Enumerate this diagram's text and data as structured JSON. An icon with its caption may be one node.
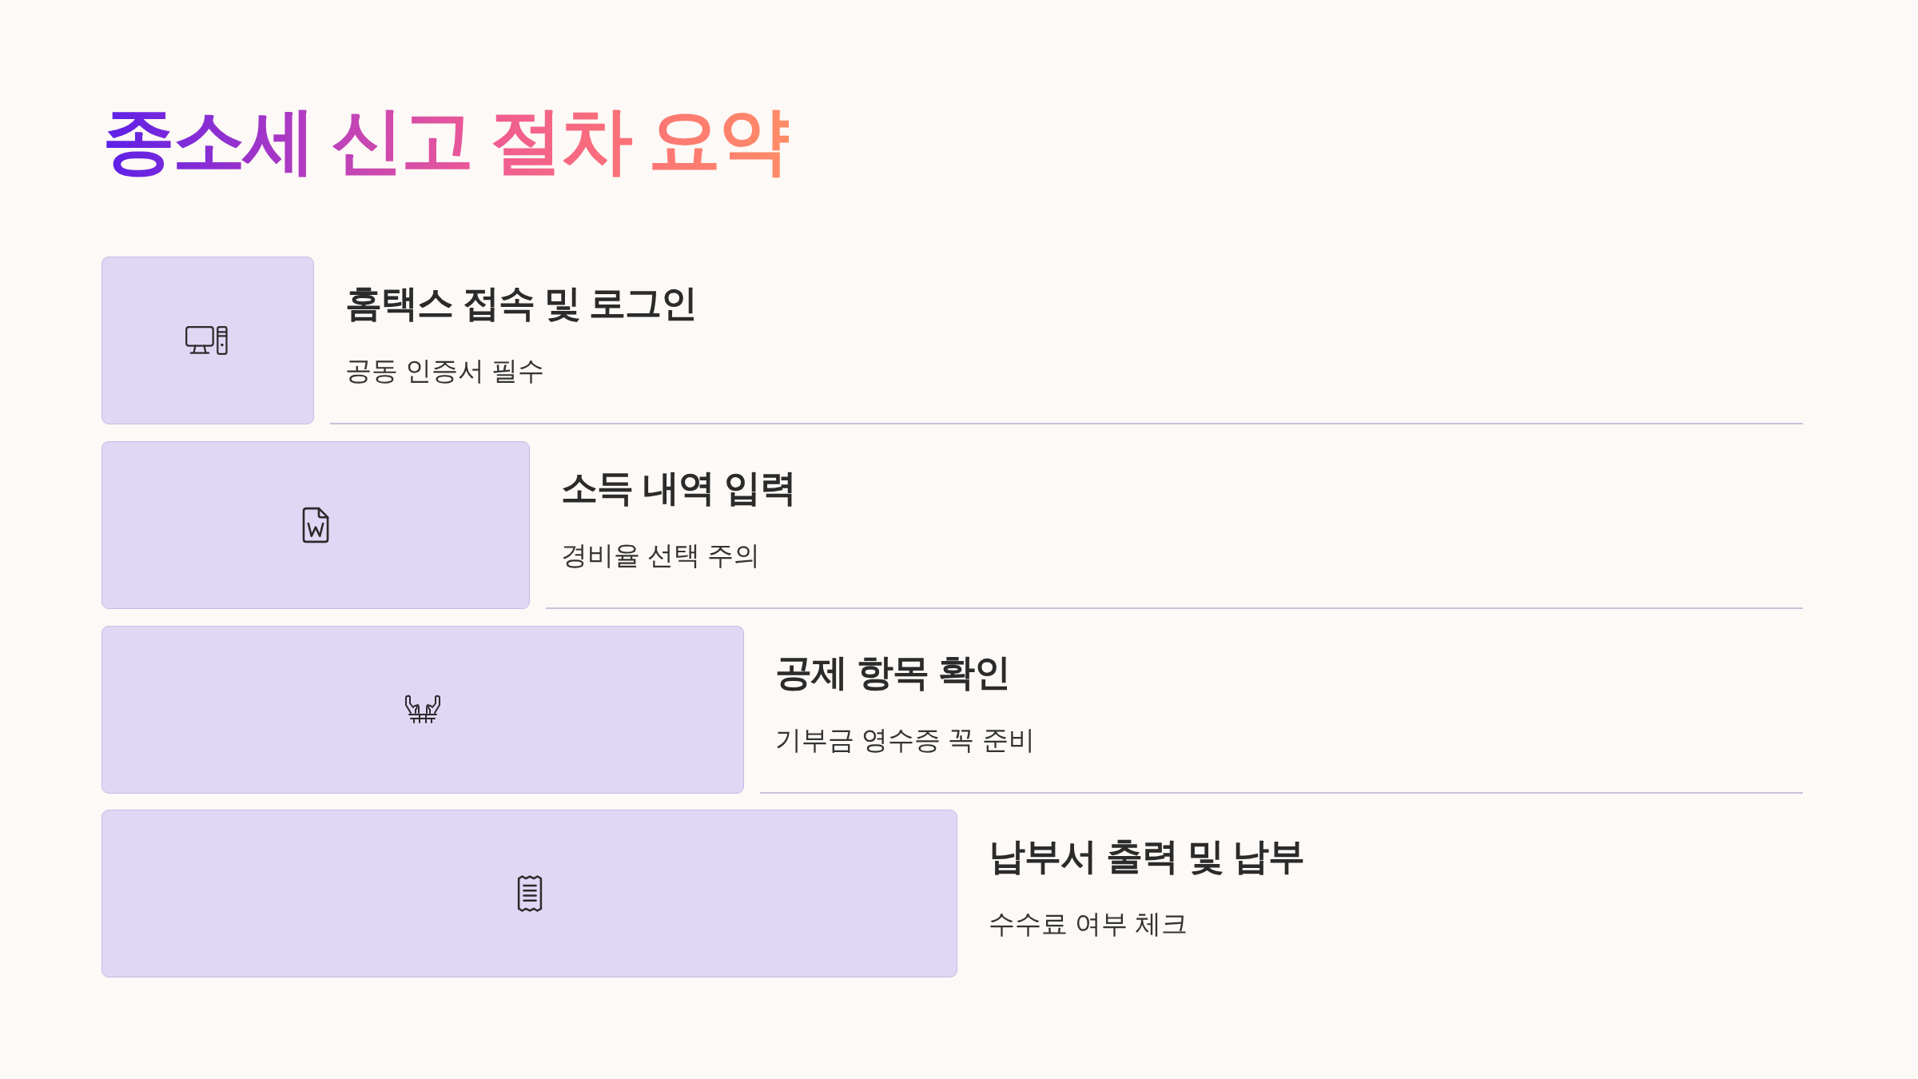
{
  "diagram": {
    "title": "종소세 신고 절차 요약",
    "nodes": [
      {
        "text": [
          "홈택스 접속 및 로그인",
          "공동 인증서 필수"
        ]
      },
      {
        "text": [
          "소득 내역 입력",
          "경비율 선택 주의"
        ]
      },
      {
        "text": [
          "공제 항목 확인",
          "기부금 영수증 꼭 준비"
        ]
      },
      {
        "text": [
          "납부서 출력 및 납부",
          "수수료 여부 체크"
        ]
      }
    ]
  }
}
